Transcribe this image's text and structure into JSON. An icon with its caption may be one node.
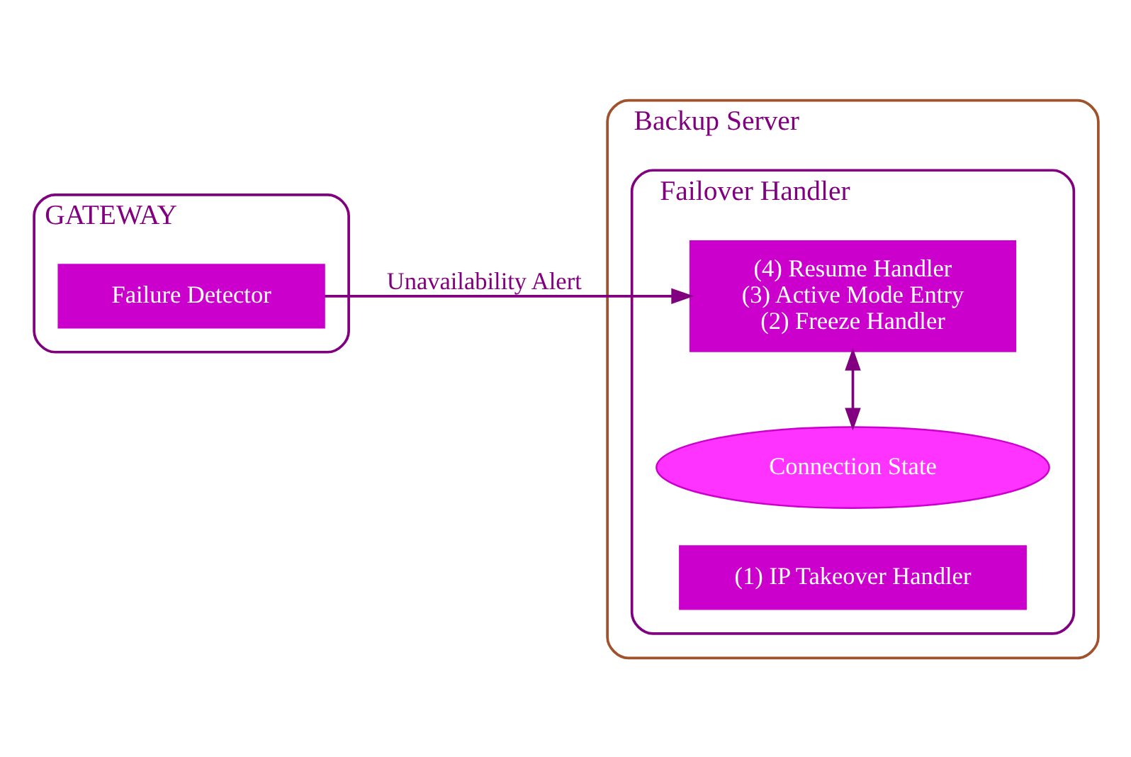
{
  "diagram": {
    "nodes": [
      {
        "text": [
          "GATEWAY"
        ]
      },
      {
        "text": [
          "Failure Detector"
        ],
        "in": 0
      },
      {
        "text": [
          "Backup Server"
        ]
      },
      {
        "text": [
          "Failover Handler"
        ],
        "in": 2
      },
      {
        "text": [
          "Connection State"
        ],
        "in": 3
      },
      {
        "text": [
          "(4) Resume Handler",
          "(3) Active Mode Entry",
          "(2) Freeze Handler"
        ],
        "in": 3
      },
      {
        "text": [
          "(1) IP Takeover Handler"
        ],
        "in": 3
      }
    ],
    "edges": [
      {
        "from": 1,
        "to": 5,
        "arrow": "to",
        "label": "Unavailability Alert"
      },
      {
        "from": 4,
        "to": 5,
        "arrow": "both"
      }
    ]
  }
}
